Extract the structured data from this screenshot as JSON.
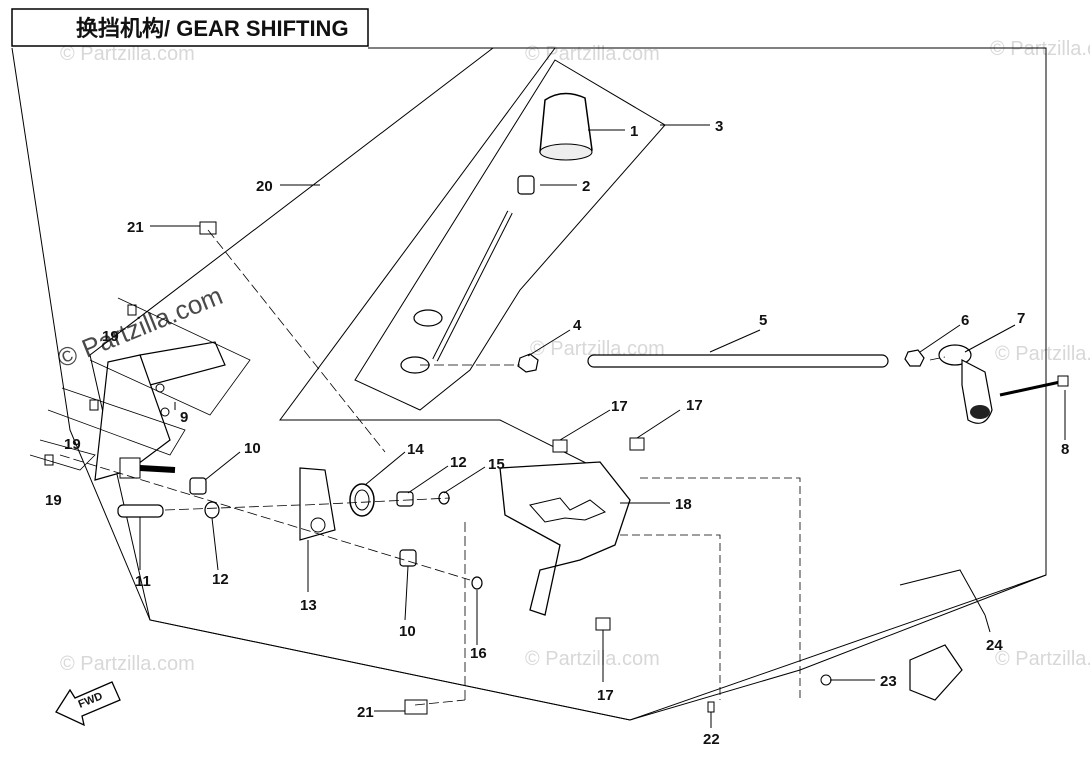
{
  "title": "换挡机构/ GEAR SHIFTING",
  "watermark": "© Partzilla.com",
  "fwd_label": "FWD",
  "callouts": [
    {
      "id": "c1",
      "label": "1"
    },
    {
      "id": "c2",
      "label": "2"
    },
    {
      "id": "c3",
      "label": "3"
    },
    {
      "id": "c4",
      "label": "4"
    },
    {
      "id": "c5",
      "label": "5"
    },
    {
      "id": "c6",
      "label": "6"
    },
    {
      "id": "c7",
      "label": "7"
    },
    {
      "id": "c8",
      "label": "8"
    },
    {
      "id": "c9",
      "label": "9"
    },
    {
      "id": "c10a",
      "label": "10"
    },
    {
      "id": "c10b",
      "label": "10"
    },
    {
      "id": "c11",
      "label": "11"
    },
    {
      "id": "c12a",
      "label": "12"
    },
    {
      "id": "c12b",
      "label": "12"
    },
    {
      "id": "c13",
      "label": "13"
    },
    {
      "id": "c14",
      "label": "14"
    },
    {
      "id": "c15",
      "label": "15"
    },
    {
      "id": "c16",
      "label": "16"
    },
    {
      "id": "c17a",
      "label": "17"
    },
    {
      "id": "c17b",
      "label": "17"
    },
    {
      "id": "c17c",
      "label": "17"
    },
    {
      "id": "c18",
      "label": "18"
    },
    {
      "id": "c19a",
      "label": "19"
    },
    {
      "id": "c19b",
      "label": "19"
    },
    {
      "id": "c19c",
      "label": "19"
    },
    {
      "id": "c20",
      "label": "20"
    },
    {
      "id": "c21a",
      "label": "21"
    },
    {
      "id": "c21b",
      "label": "21"
    },
    {
      "id": "c22",
      "label": "22"
    },
    {
      "id": "c23",
      "label": "23"
    },
    {
      "id": "c24",
      "label": "24"
    }
  ]
}
